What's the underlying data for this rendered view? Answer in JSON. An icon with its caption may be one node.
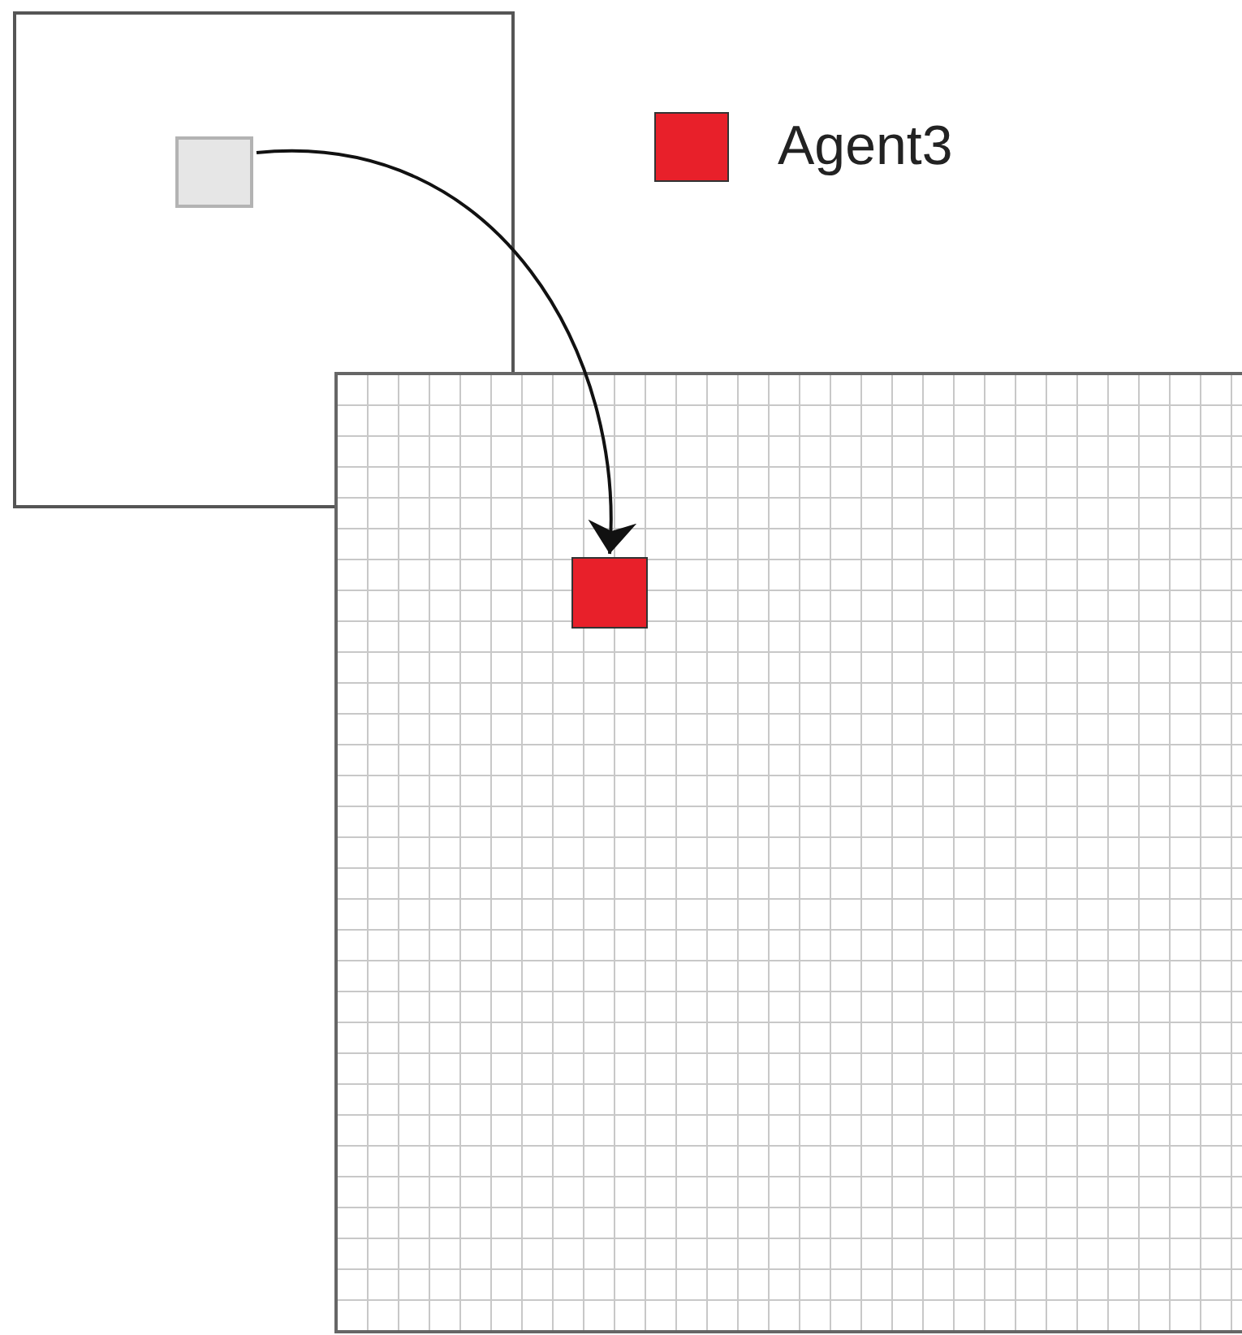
{
  "diagram": {
    "nodes": [
      {
        "text": [],
        "shape": "box"
      },
      {
        "text": [],
        "shape": "box",
        "in": 0
      },
      {
        "text": [],
        "shape": "box"
      },
      {
        "text": [],
        "shape": "box",
        "in": 2
      }
    ],
    "edges": [
      {
        "from": 1,
        "to": 3,
        "arrow": "to"
      }
    ],
    "legend": [
      {
        "text": "Agent3",
        "color": "#e8202a"
      }
    ]
  }
}
